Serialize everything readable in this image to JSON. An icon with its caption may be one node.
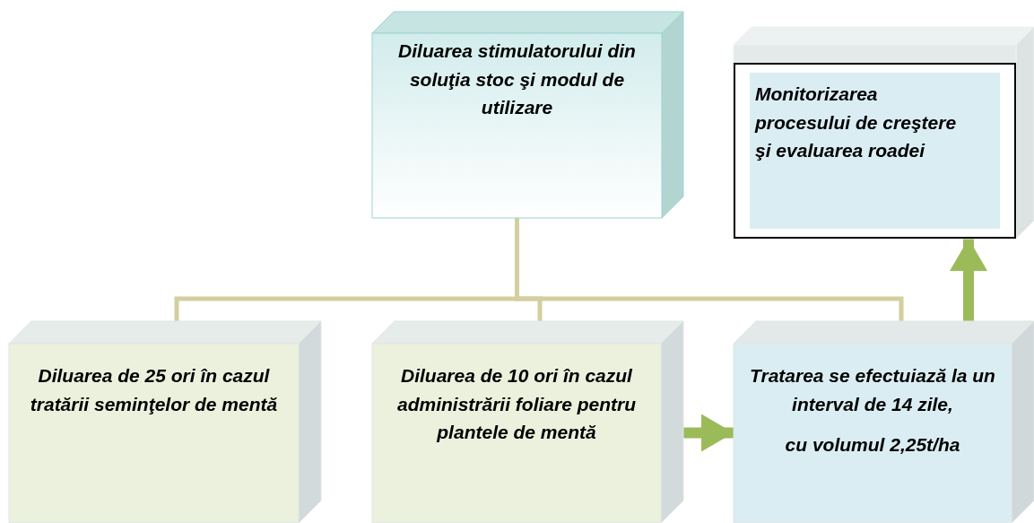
{
  "diagram": {
    "nodes": [
      {
        "text": [
          "Diluarea stimulatorului din soluţia stoc şi modul de utilizare"
        ]
      },
      {
        "text": [
          "Monitorizarea procesului de creştere şi evaluarea roadei"
        ]
      },
      {
        "text": [
          "Diluarea de 25 ori în cazul tratării seminţelor de mentă"
        ]
      },
      {
        "text": [
          "Diluarea de 10 ori în cazul administrării foliare pentru plantele de mentă"
        ]
      },
      {
        "text": [
          "Tratarea se efectuiază la un interval de 14 zile,",
          "cu volumul 2,25t/ha"
        ]
      }
    ],
    "edges": [
      {
        "from": 0,
        "to": 2,
        "arrow": "none"
      },
      {
        "from": 0,
        "to": 3,
        "arrow": "none"
      },
      {
        "from": 0,
        "to": 4,
        "arrow": "none"
      },
      {
        "from": 3,
        "to": 4,
        "arrow": "to",
        "style": "thick",
        "color": "#9bbb59"
      },
      {
        "from": 4,
        "to": 1,
        "arrow": "to",
        "style": "thick",
        "color": "#9bbb59"
      }
    ]
  }
}
